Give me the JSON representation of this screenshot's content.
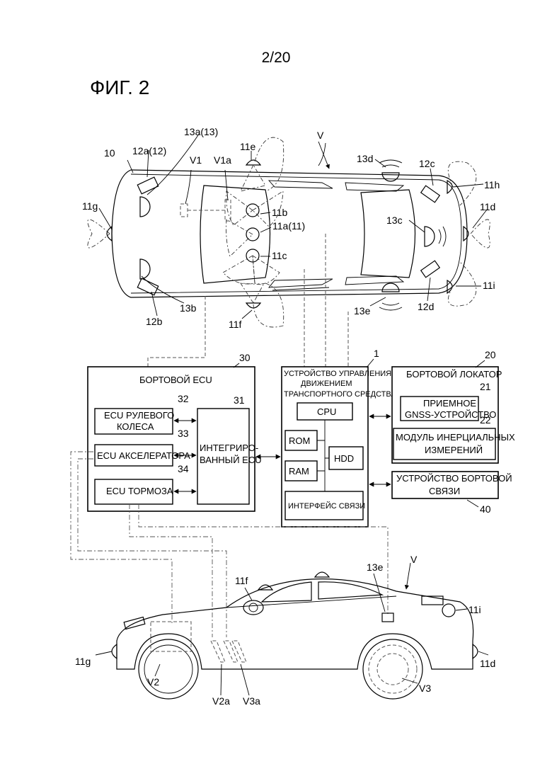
{
  "page_number": "2/20",
  "figure_title": "ФИГ. 2",
  "top_view": {
    "vehicle_label": "V",
    "vehicle_ref": "10",
    "labels": {
      "l12a": "12a(12)",
      "l13a": "13a(13)",
      "l11e": "11e",
      "l13d": "13d",
      "l12c": "12c",
      "l11h": "11h",
      "l11g": "11g",
      "lV1": "V1",
      "lV1a": "V1a",
      "l11b": "11b",
      "l11a": "11a(11)",
      "l13c": "13c",
      "l11d": "11d",
      "l11c": "11c",
      "l11i": "11i",
      "l13b": "13b",
      "l12b": "12b",
      "l11f": "11f",
      "l13e": "13e",
      "l12d": "12d"
    }
  },
  "blocks": {
    "onboard_ecu": {
      "ref": "30",
      "title": "БОРТОВОЙ ECU"
    },
    "steering_ecu": {
      "ref": "32",
      "line1": "ECU РУЛЕВОГО",
      "line2": "КОЛЕСА"
    },
    "accel_ecu": {
      "ref": "33",
      "line1": "ECU АКСЕЛЕРАТОРА"
    },
    "brake_ecu": {
      "ref": "34",
      "line1": "ECU ТОРМОЗА"
    },
    "integrated_ecu": {
      "ref": "31",
      "line1": "ИНТЕГРИРО-",
      "line2": "ВАННЫЙ ECU"
    },
    "control_device": {
      "ref": "1",
      "line1": "УСТРОЙСТВО УПРАВЛЕНИЯ",
      "line2": "ДВИЖЕНИЕМ",
      "line3": "ТРАНСПОРТНОГО СРЕДСТВА"
    },
    "cpu": "CPU",
    "rom": "ROM",
    "ram": "RAM",
    "hdd": "HDD",
    "comm_interface": "ИНТЕРФЕЙС СВЯЗИ",
    "locator": {
      "ref": "20",
      "title": "БОРТОВОЙ ЛОКАТОР"
    },
    "gnss": {
      "ref": "21",
      "line1": "ПРИЕМНОЕ",
      "line2": "GNSS-УСТРОЙСТВО"
    },
    "imu": {
      "ref": "22",
      "line1": "МОДУЛЬ ИНЕРЦИАЛЬНЫХ",
      "line2": "ИЗМЕРЕНИЙ"
    },
    "comm_device": {
      "ref": "40",
      "line1": "УСТРОЙСТВО БОРТОВОЙ",
      "line2": "СВЯЗИ"
    }
  },
  "side_view": {
    "vehicle_label": "V",
    "labels": {
      "l11f": "11f",
      "l13e": "13e",
      "l11i": "11i",
      "l11g": "11g",
      "l11d": "11d",
      "lV2": "V2",
      "lV2a": "V2a",
      "lV3a": "V3a",
      "lV3": "V3"
    }
  }
}
